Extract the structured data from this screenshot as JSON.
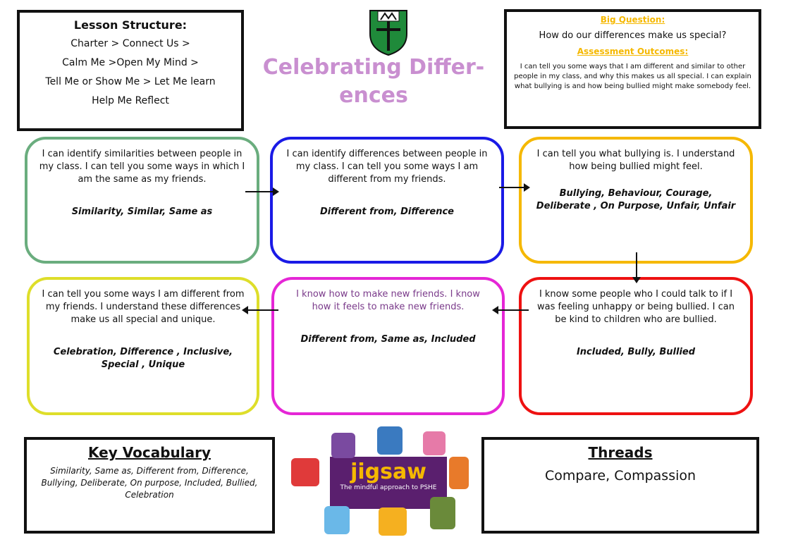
{
  "lesson_structure": {
    "title": "Lesson Structure:",
    "lines": [
      "Charter > Connect Us >",
      "Calm Me  >Open My Mind >",
      "Tell Me or Show Me > Let Me learn",
      "Help  Me Reflect"
    ]
  },
  "title": {
    "line1": "Celebrating Differ-",
    "line2": "ences"
  },
  "big_question": {
    "label": "Big Question:",
    "question": "How do our differences make us special?",
    "outcomes_label": "Assessment Outcomes:",
    "outcomes": "I can tell you some ways that I am different and similar to other people in my class, and why this makes us all special. I can explain what bullying is and how being bullied might make somebody feel."
  },
  "cards": [
    {
      "text": "I can identify similarities between people in my class. I can tell you some ways in which I am the same as my friends.",
      "vocab": "Similarity, Similar, Same as",
      "color": "#6aad7e"
    },
    {
      "text": "I can identify differences between people in my class. I can tell you some ways I am different from my friends.",
      "vocab": "Different from, Difference",
      "color": "#1a1ae6"
    },
    {
      "text": "I can tell you what bullying is. I understand how being bullied might feel.",
      "vocab": "Bullying, Behaviour, Courage, Deliberate , On Purpose, Unfair, Unfair",
      "color": "#f5b800"
    },
    {
      "text": "I can tell you some ways I am different from my friends. I understand these differences make us all special and unique.",
      "vocab": "Celebration, Difference , Inclusive, Special , Unique",
      "color": "#dede2a"
    },
    {
      "text": "I know how to make new friends. I know how it feels to make new friends.",
      "vocab": "Different from, Same as, Included",
      "color": "#e526d6"
    },
    {
      "text": "I know some people who I could talk to if I was feeling unhappy or being bullied. I can be kind to children who are bullied.",
      "vocab": "Included, Bully, Bullied",
      "color": "#ee1111"
    }
  ],
  "key_vocab": {
    "title": "Key Vocabulary",
    "text": "Similarity, Same as, Different from, Difference, Bullying, Deliberate, On purpose, Included, Bullied, Celebration"
  },
  "threads": {
    "title": "Threads",
    "text": "Compare, Compassion"
  },
  "jigsaw": {
    "brand": "jigsaw",
    "tagline": "The mindful approach to PSHE"
  }
}
